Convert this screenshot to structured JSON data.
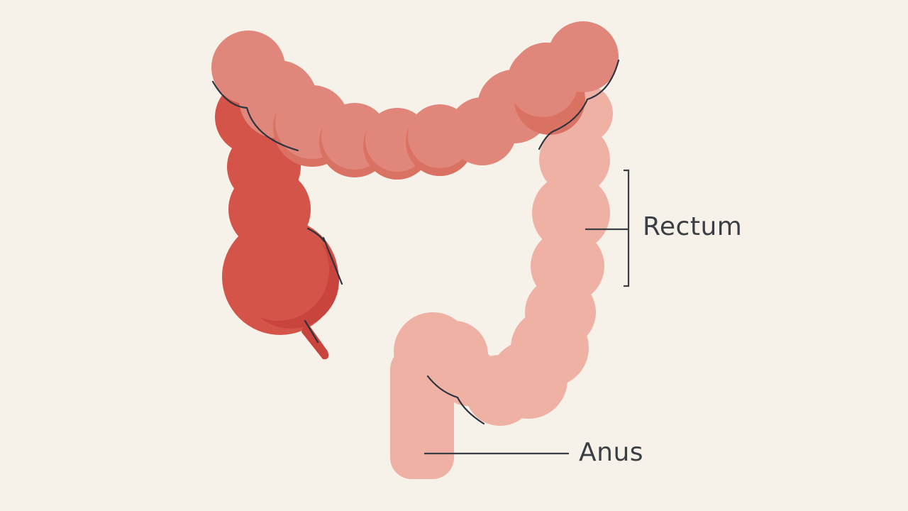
{
  "diagram": {
    "subject": "large intestine (colon)",
    "labels": {
      "rectum": "Rectum",
      "anus": "Anus"
    },
    "colors": {
      "background": "#f6f2e9",
      "ascending_colon": "#d4544a",
      "ascending_colon_shade": "#c9443c",
      "transverse_colon": "#e0867a",
      "transverse_colon_shade": "#d97263",
      "descending_colon": "#efb1a4",
      "rectum_anus": "#eeaca0",
      "outline": "#2e3340",
      "text": "#3b3f44"
    }
  }
}
